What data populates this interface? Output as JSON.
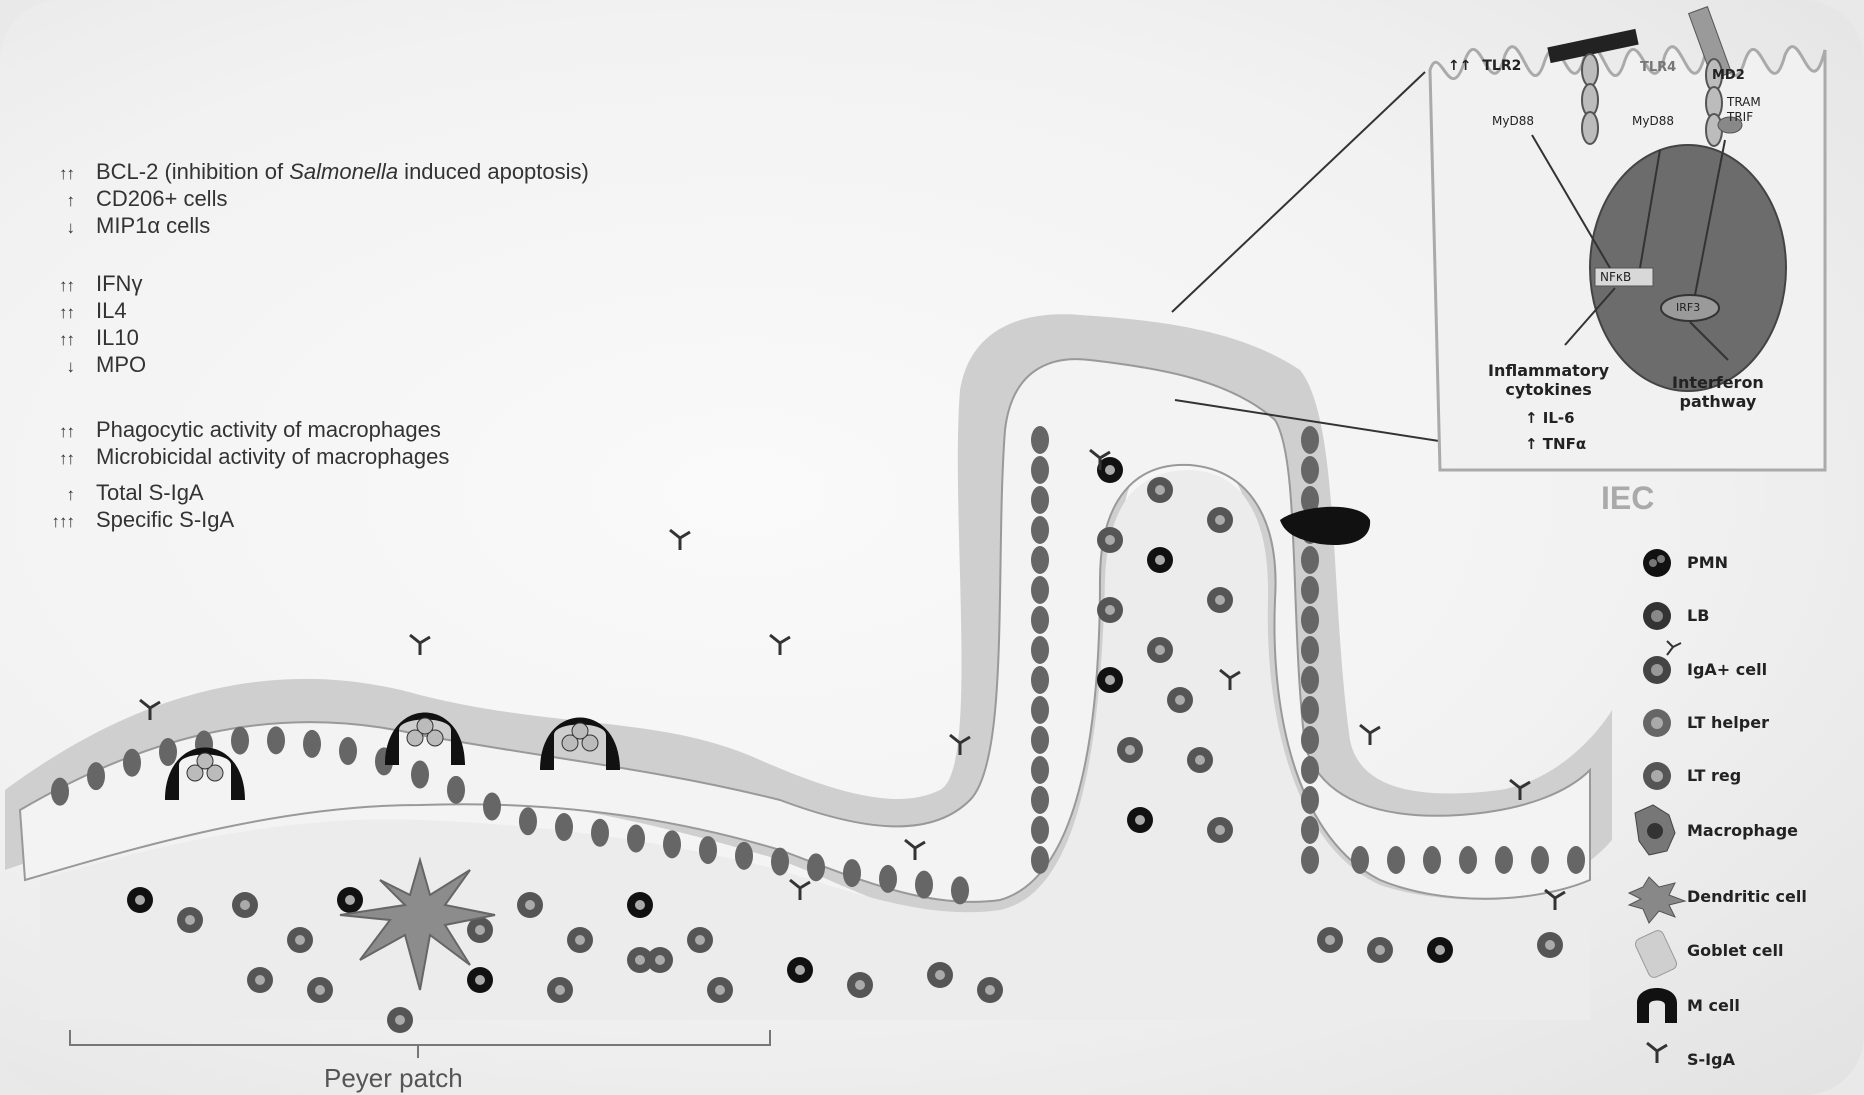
{
  "effects": {
    "group1": [
      {
        "arrows": "↑↑",
        "text": "BCL-2 (inhibition of ",
        "italic": "Salmonella",
        "suffix": " induced apoptosis)"
      },
      {
        "arrows": "↑",
        "text": "CD206+ cells"
      },
      {
        "arrows": "↓",
        "text": "MIP1α cells"
      }
    ],
    "group2": [
      {
        "arrows": "↑↑",
        "text": "IFNγ"
      },
      {
        "arrows": "↑↑",
        "text": "IL4"
      },
      {
        "arrows": "↑↑",
        "text": "IL10"
      },
      {
        "arrows": "↓",
        "text": "MPO"
      }
    ],
    "group3": [
      {
        "arrows": "↑↑",
        "text": "Phagocytic activity of macrophages"
      },
      {
        "arrows": "↑↑",
        "text": "Microbicidal activity of macrophages"
      },
      {
        "arrows": "↑",
        "text": "Total S-IgA"
      },
      {
        "arrows": "↑↑↑",
        "text": "Specific S-IgA"
      }
    ]
  },
  "iec": {
    "label": "IEC",
    "tlr2": "TLR2",
    "tlr2_arrows": "↑↑",
    "tlr4": "TLR4",
    "md2": "MD2",
    "tram": "TRAM",
    "trif": "TRIF",
    "myd88_left": "MyD88",
    "myd88_right": "MyD88",
    "nfkb": "NFκB",
    "irf3": "IRF3",
    "inflammatory_line1": "Inflammatory",
    "inflammatory_line2": "cytokines",
    "il6": "↑ IL-6",
    "tnfa": "↑ TNFα",
    "interferon_line1": "Interferon",
    "interferon_line2": "pathway"
  },
  "peyer_label": "Peyer patch",
  "legend": [
    {
      "icon": "pmn-icon",
      "label": "PMN"
    },
    {
      "icon": "lb-icon",
      "label": "LB"
    },
    {
      "icon": "iga-cell-icon",
      "label": "IgA+ cell"
    },
    {
      "icon": "lt-helper-icon",
      "label": "LT helper"
    },
    {
      "icon": "lt-reg-icon",
      "label": "LT reg"
    },
    {
      "icon": "macrophage-icon",
      "label": "Macrophage"
    },
    {
      "icon": "dendritic-cell-icon",
      "label": "Dendritic cell"
    },
    {
      "icon": "goblet-cell-icon",
      "label": "Goblet cell"
    },
    {
      "icon": "m-cell-icon",
      "label": "M cell"
    },
    {
      "icon": "s-iga-icon",
      "label": "S-IgA"
    }
  ]
}
